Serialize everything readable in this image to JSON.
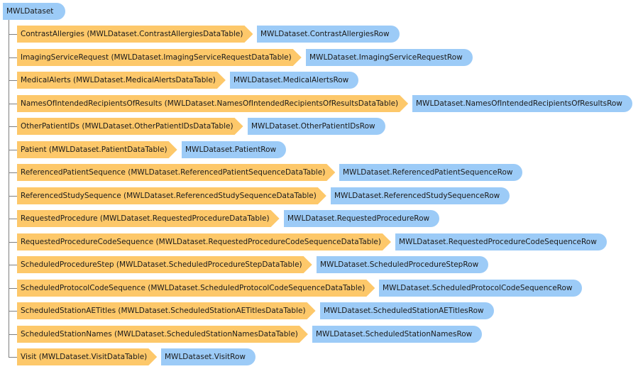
{
  "root": {
    "label": "MWLDataset"
  },
  "tables": [
    {
      "table": "ContrastAllergies (MWLDataset.ContrastAllergiesDataTable)",
      "row": "MWLDataset.ContrastAllergiesRow"
    },
    {
      "table": "ImagingServiceRequest (MWLDataset.ImagingServiceRequestDataTable)",
      "row": "MWLDataset.ImagingServiceRequestRow"
    },
    {
      "table": "MedicalAlerts (MWLDataset.MedicalAlertsDataTable)",
      "row": "MWLDataset.MedicalAlertsRow"
    },
    {
      "table": "NamesOfIntendedRecipientsOfResults (MWLDataset.NamesOfIntendedRecipientsOfResultsDataTable)",
      "row": "MWLDataset.NamesOfIntendedRecipientsOfResultsRow"
    },
    {
      "table": "OtherPatientIDs (MWLDataset.OtherPatientIDsDataTable)",
      "row": "MWLDataset.OtherPatientIDsRow"
    },
    {
      "table": "Patient (MWLDataset.PatientDataTable)",
      "row": "MWLDataset.PatientRow"
    },
    {
      "table": "ReferencedPatientSequence (MWLDataset.ReferencedPatientSequenceDataTable)",
      "row": "MWLDataset.ReferencedPatientSequenceRow"
    },
    {
      "table": "ReferencedStudySequence (MWLDataset.ReferencedStudySequenceDataTable)",
      "row": "MWLDataset.ReferencedStudySequenceRow"
    },
    {
      "table": "RequestedProcedure (MWLDataset.RequestedProcedureDataTable)",
      "row": "MWLDataset.RequestedProcedureRow"
    },
    {
      "table": "RequestedProcedureCodeSequence (MWLDataset.RequestedProcedureCodeSequenceDataTable)",
      "row": "MWLDataset.RequestedProcedureCodeSequenceRow"
    },
    {
      "table": "ScheduledProcedureStep (MWLDataset.ScheduledProcedureStepDataTable)",
      "row": "MWLDataset.ScheduledProcedureStepRow"
    },
    {
      "table": "ScheduledProtocolCodeSequence (MWLDataset.ScheduledProtocolCodeSequenceDataTable)",
      "row": "MWLDataset.ScheduledProtocolCodeSequenceRow"
    },
    {
      "table": "ScheduledStationAETitles (MWLDataset.ScheduledStationAETitlesDataTable)",
      "row": "MWLDataset.ScheduledStationAETitlesRow"
    },
    {
      "table": "ScheduledStationNames (MWLDataset.ScheduledStationNamesDataTable)",
      "row": "MWLDataset.ScheduledStationNamesRow"
    },
    {
      "table": "Visit (MWLDataset.VisitDataTable)",
      "row": "MWLDataset.VisitRow"
    }
  ],
  "colors": {
    "table_fill": "#fdc86a",
    "row_fill": "#9ccbf7",
    "connector": "#808080"
  }
}
